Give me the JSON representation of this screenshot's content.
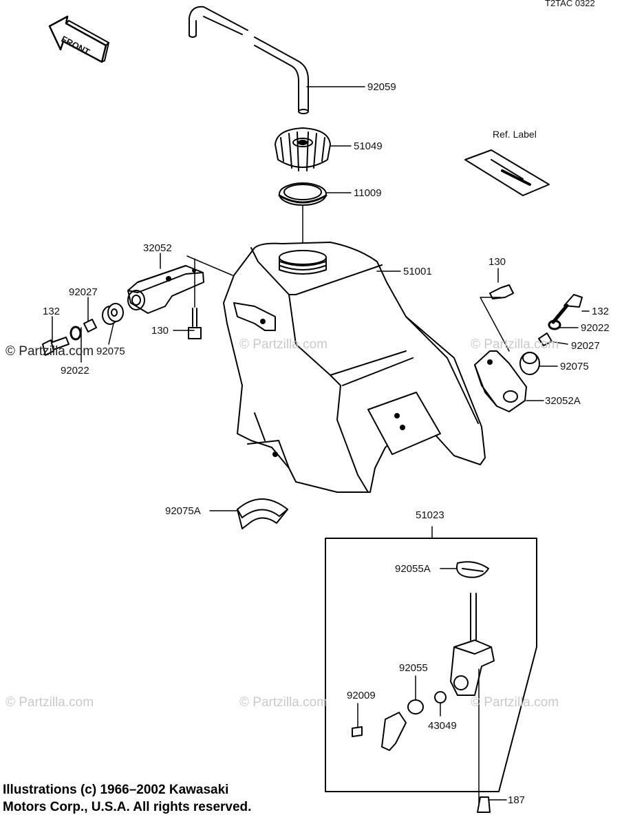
{
  "corner_code": "T2TAC 0322",
  "front_label": "FRONT",
  "ref_label": "Ref. Label",
  "parts": {
    "p92059": "92059",
    "p51049": "51049",
    "p11009": "11009",
    "p51001": "51001",
    "p32052": "32052",
    "p92027_l": "92027",
    "p132_l": "132",
    "p92075_l": "92075",
    "p92022_l": "92022",
    "p130_l": "130",
    "p130_r": "130",
    "p132_r": "132",
    "p92022_r": "92022",
    "p92027_r": "92027",
    "p92075_r": "92075",
    "p32052A": "32052A",
    "p92075A": "92075A",
    "p51023": "51023",
    "p92055A": "92055A",
    "p92055": "92055",
    "p92009": "92009",
    "p43049": "43049",
    "p187": "187"
  },
  "watermark": "© Partzilla.com",
  "copyright": {
    "line1": "Illustrations (c) 1966–2002 Kawasaki",
    "line2": "Motors Corp., U.S.A.  All rights reserved."
  }
}
